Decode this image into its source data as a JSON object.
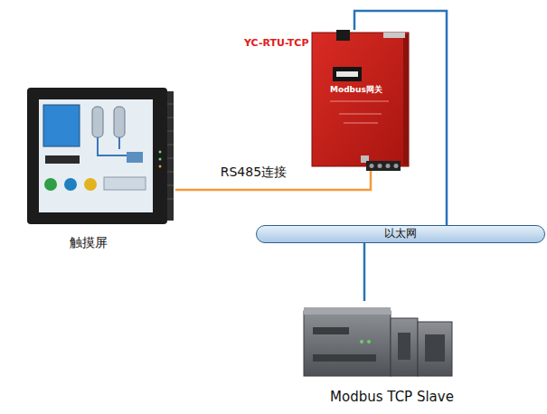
{
  "diagram": {
    "nodes": [
      {
        "text": [
          "YC-RTU-TCP",
          "Modbus网关"
        ]
      },
      {
        "text": [
          "触摸屏"
        ]
      },
      {
        "text": [
          "以太网"
        ]
      },
      {
        "text": [
          "Modbus TCP Slave"
        ]
      }
    ],
    "edges": [
      {
        "from": 1,
        "to": 0,
        "label": "RS485连接",
        "arrow": "none"
      },
      {
        "from": 0,
        "to": 2,
        "arrow": "none"
      },
      {
        "from": 2,
        "to": 3,
        "arrow": "none"
      }
    ]
  }
}
